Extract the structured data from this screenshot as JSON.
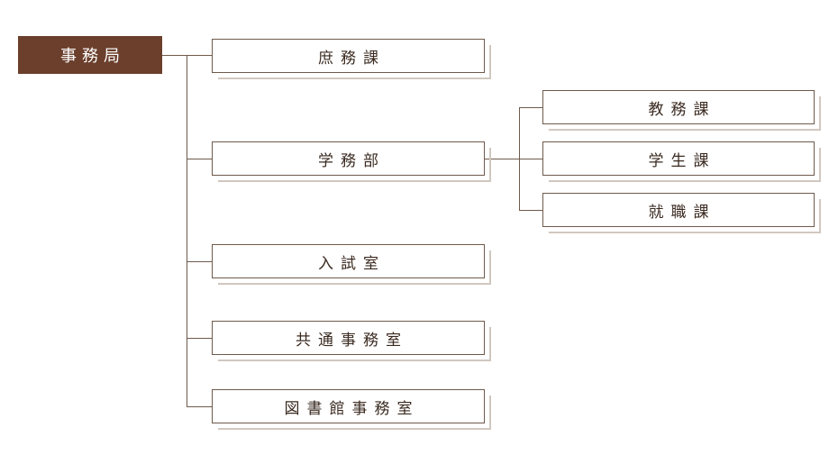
{
  "colors": {
    "root_bg": "#6b3f2c",
    "root_text": "#ffffff",
    "line": "#6e5a4c",
    "box_border": "#6e5a4c",
    "text": "#3a2a20"
  },
  "root": {
    "label": "事務局"
  },
  "branches": [
    {
      "label": "庶務課"
    },
    {
      "label": "学務部",
      "children": [
        {
          "label": "教務課"
        },
        {
          "label": "学生課"
        },
        {
          "label": "就職課"
        }
      ]
    },
    {
      "label": "入試室"
    },
    {
      "label": "共通事務室"
    },
    {
      "label": "図書館事務室"
    }
  ]
}
